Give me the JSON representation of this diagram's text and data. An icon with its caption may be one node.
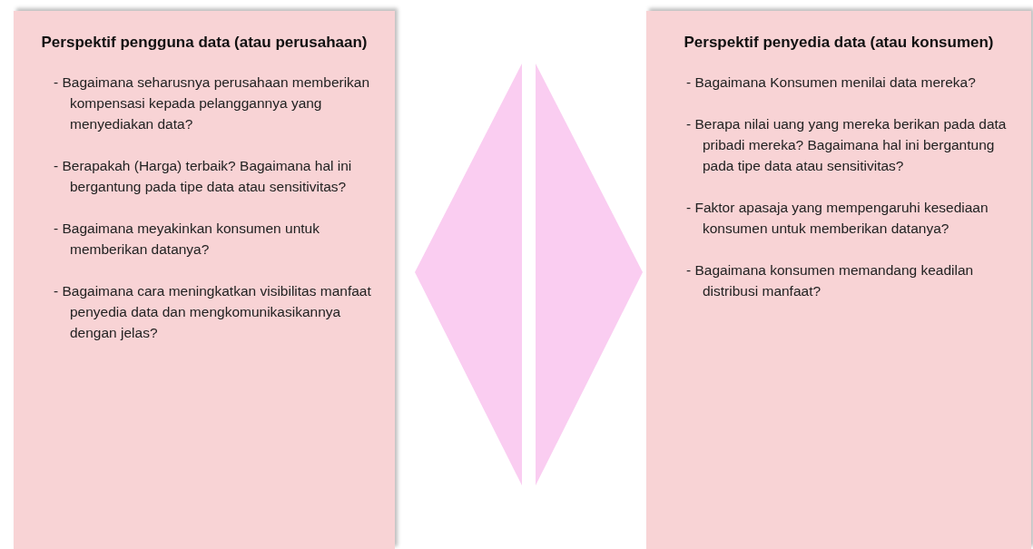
{
  "diagram": {
    "nodes": [
      {
        "text": [
          "Perspektif pengguna data (atau perusahaan)",
          "- Bagaimana seharusnya perusahaan memberikan kompensasi kepada pelanggannya yang menyediakan data?",
          "- Berapakah (Harga) terbaik? Bagaimana hal ini bergantung pada tipe data atau sensitivitas?",
          "- Bagaimana meyakinkan konsumen untuk memberikan datanya?",
          "- Bagaimana cara meningkatkan visibilitas manfaat penyedia data dan mengkomunikasikannya dengan jelas?"
        ]
      },
      {
        "text": [
          "Perspektif penyedia data (atau konsumen)",
          "- Bagaimana Konsumen menilai data mereka?",
          "- Berapa nilai uang yang mereka berikan pada data pribadi mereka? Bagaimana hal ini bergantung pada tipe data atau sensitivitas?",
          "- Faktor apasaja yang mempengaruhi kesediaan konsumen untuk memberikan datanya?",
          "- Bagaimana konsumen memandang keadilan distribusi manfaat?"
        ]
      }
    ]
  }
}
